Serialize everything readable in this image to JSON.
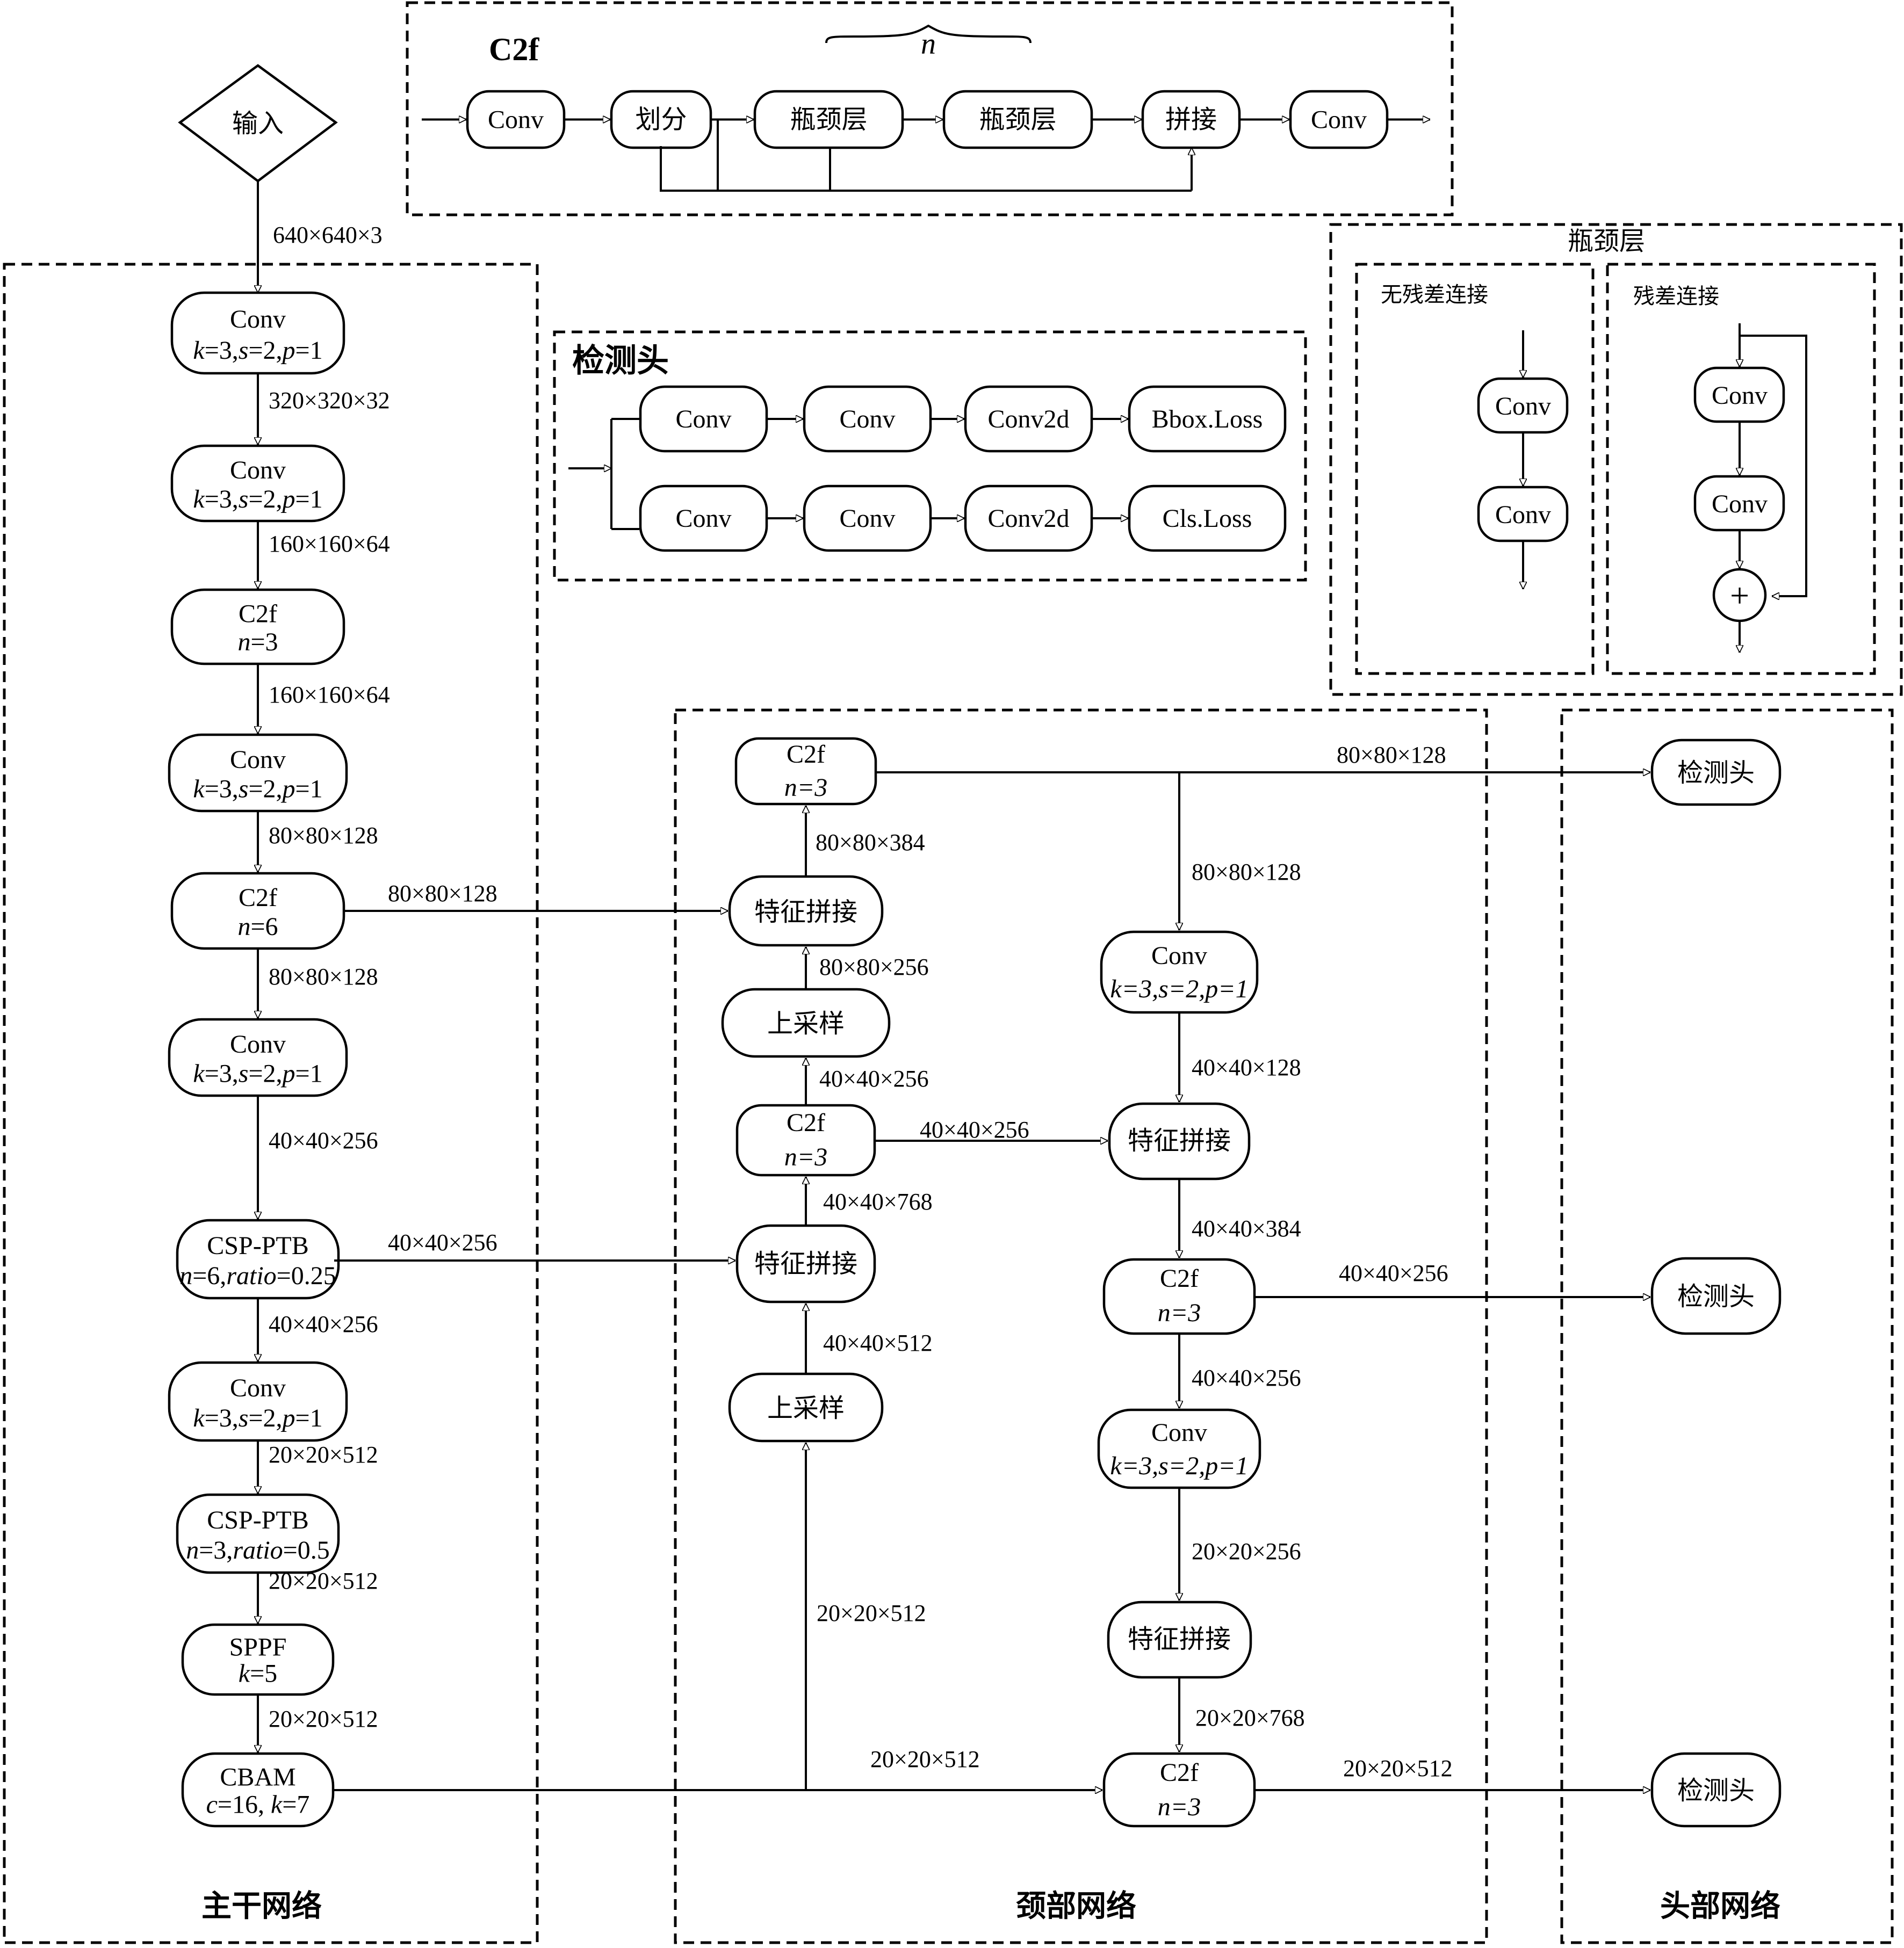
{
  "sections": {
    "backbone": "主干网络",
    "neck": "颈部网络",
    "head": "头部网络",
    "c2f_title": "C2f",
    "detect_title": "检测头",
    "bottleneck_title": "瓶颈层",
    "no_residual": "无残差连接",
    "residual": "残差连接"
  },
  "input": {
    "label": "输入",
    "dim": "640×640×3"
  },
  "backbone": [
    {
      "l1": "Conv",
      "l2": "k=3,s=2,p=1",
      "dim_below": "320×320×32"
    },
    {
      "l1": "Conv",
      "l2": "k=3,s=2,p=1",
      "dim_below": "160×160×64"
    },
    {
      "l1": "C2f",
      "l2": "n=3",
      "dim_below": "160×160×64"
    },
    {
      "l1": "Conv",
      "l2": "k=3,s=2,p=1",
      "dim_below": "80×80×128"
    },
    {
      "l1": "C2f",
      "l2": "n=6",
      "dim_below": "80×80×128"
    },
    {
      "l1": "Conv",
      "l2": "k=3,s=2,p=1",
      "dim_below": "40×40×256"
    },
    {
      "l1": "CSP-PTB",
      "l2": "n=6,ratio=0.25",
      "dim_below": "40×40×256"
    },
    {
      "l1": "Conv",
      "l2": "k=3,s=2,p=1",
      "dim_below": "20×20×512"
    },
    {
      "l1": "CSP-PTB",
      "l2": "n=3,ratio=0.5",
      "dim_below": "20×20×512"
    },
    {
      "l1": "SPPF",
      "l2": "k=5",
      "dim_below": "20×20×512"
    },
    {
      "l1": "CBAM",
      "l2": "c=16, k=7",
      "dim_below": ""
    }
  ],
  "neck_left": {
    "c2f_top": {
      "l1": "C2f",
      "l2": "n=3"
    },
    "concat1": "特征拼接",
    "upsample1": "上采样",
    "c2f_mid": {
      "l1": "C2f",
      "l2": "n=3"
    },
    "concat2": "特征拼接",
    "upsample2": "上采样",
    "dims": {
      "concat1_out": "80×80×384",
      "up1_out": "80×80×256",
      "c2f_mid_out": "40×40×256",
      "concat2_out": "40×40×768",
      "up2_out": "40×40×512",
      "cbam_up": "20×20×512"
    }
  },
  "neck_right": {
    "conv1": {
      "l1": "Conv",
      "l2": "k=3,s=2,p=1"
    },
    "concat1": "特征拼接",
    "c2f1": {
      "l1": "C2f",
      "l2": "n=3"
    },
    "conv2": {
      "l1": "Conv",
      "l2": "k=3,s=2,p=1"
    },
    "concat2": "特征拼接",
    "c2f2": {
      "l1": "C2f",
      "l2": "n=3"
    },
    "dims": {
      "to_conv1": "80×80×128",
      "conv1_out": "40×40×128",
      "concat1_out": "40×40×384",
      "c2f1_out": "40×40×256",
      "conv2_out": "20×20×256",
      "concat2_out": "20×20×768"
    }
  },
  "cross_dims": {
    "bb_c2f_to_concat": "80×80×128",
    "bb_csp_to_concat": "40×40×256",
    "c2f_mid_to_concat": "40×40×256",
    "cbam_to_c2f": "20×20×512",
    "head1": "80×80×128",
    "head2": "40×40×256",
    "head3": "20×20×512"
  },
  "heads": [
    "检测头",
    "检测头",
    "检测头"
  ],
  "c2f_module": {
    "nodes": [
      "Conv",
      "划分",
      "瓶颈层",
      "瓶颈层",
      "拼接",
      "Conv"
    ],
    "n_label": "n"
  },
  "detect_module": {
    "row1": [
      "Conv",
      "Conv",
      "Conv2d",
      "Bbox.Loss"
    ],
    "row2": [
      "Conv",
      "Conv",
      "Conv2d",
      "Cls.Loss"
    ]
  },
  "bottleneck_module": {
    "left": [
      "Conv",
      "Conv"
    ],
    "right": [
      "Conv",
      "Conv"
    ],
    "add_symbol": "+"
  }
}
